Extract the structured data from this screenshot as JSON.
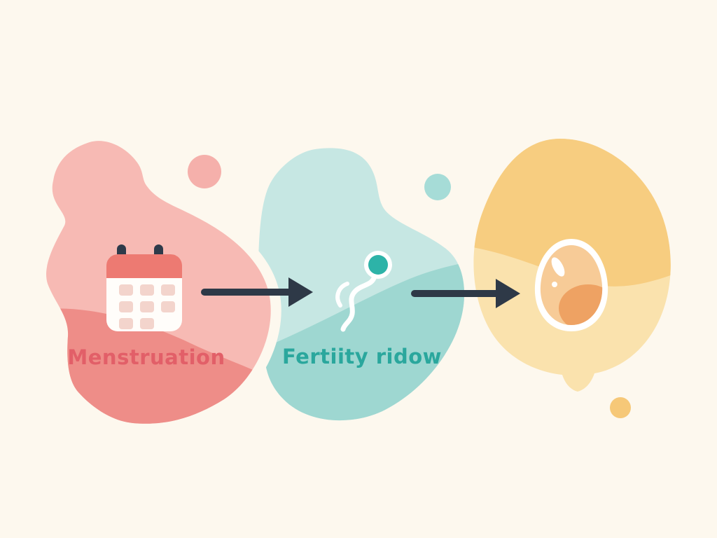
{
  "illustration": {
    "type": "flow-diagram",
    "background": "#fdf8ee",
    "stages": [
      {
        "id": "menstruation",
        "label": "Menstruation",
        "label_color": "#e25f68",
        "icon": "calendar-icon",
        "blob_color_light": "#f7bab4",
        "blob_color_dark": "#ee8d88"
      },
      {
        "id": "fertility-window",
        "label": "Fertiity ridow",
        "label_color": "#2aa79d",
        "icon": "sperm-icon",
        "blob_color_light": "#c6e7e3",
        "blob_color_dark": "#9ed7d1"
      },
      {
        "id": "ovulation",
        "label": "",
        "icon": "egg-icon",
        "blob_color_light": "#fae2ad",
        "blob_color_dark": "#f7cd80"
      }
    ],
    "connectors": [
      {
        "from": "menstruation",
        "to": "fertility-window",
        "style": "arrow-right"
      },
      {
        "from": "fertility-window",
        "to": "ovulation",
        "style": "arrow-right"
      }
    ]
  },
  "palette": {
    "background": "#fdf8ee",
    "arrow": "#2e3947",
    "pink_light": "#f7bab4",
    "pink_dark": "#ee8d88",
    "pink_circle": "#f5b0ab",
    "teal_light": "#c6e7e3",
    "teal_dark": "#9ed7d1",
    "teal_circle": "#a6dcd7",
    "yellow_light": "#fae2ad",
    "yellow_dark": "#f7cd80",
    "yellow_circle": "#f6c878",
    "calendar_header": "#ed7a72",
    "calendar_body": "#fffdfa",
    "calendar_pegs": "#2e3a4a",
    "calendar_cells": "#f3d4cc",
    "sperm_head": "#2db3a8",
    "icon_white": "#ffffff",
    "egg_body": "#f7cb97",
    "egg_shade": "#eea263"
  }
}
